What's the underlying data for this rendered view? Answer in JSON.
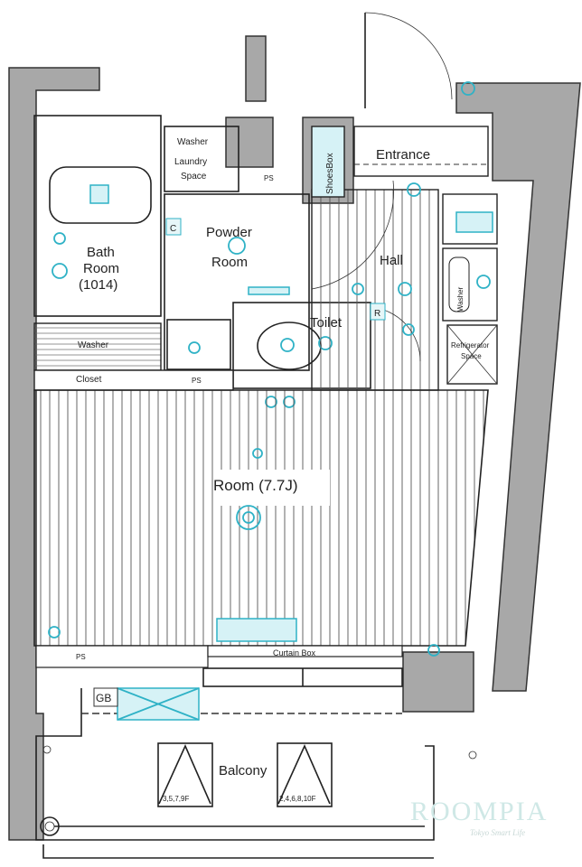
{
  "floor_plan": {
    "rooms": {
      "entrance": "Entrance",
      "shoes_box": "ShoesBox",
      "washer": "Washer",
      "laundry_space_line1": "Laundry",
      "laundry_space_line2": "Space",
      "powder_room_line1": "Powder",
      "powder_room_line2": "Room",
      "hall": "Hall",
      "toilet": "Toilet",
      "bath_room_line1": "Bath",
      "bath_room_line2": "Room",
      "bath_room_size": "(1014)",
      "closet_washer": "Washer",
      "closet": "Closet",
      "main_room": "Room (7.7J)",
      "curtain_box": "Curtain Box",
      "refrigerator_space_line1": "Refrigerator",
      "refrigerator_space_line2": "Space",
      "wash_vertical": "Washer",
      "balcony": "Balcony",
      "gas_boiler": "GB",
      "hatch_left": "3,5,7,9F",
      "hatch_right": "2,4,6,8,10F"
    },
    "markers": {
      "c_label": "C",
      "r_label": "R",
      "po_1": "PS",
      "po_2": "PS",
      "po_3": "PS"
    }
  },
  "watermark": {
    "brand": "ROOMPIA",
    "tagline": "Tokyo Smart Life"
  }
}
